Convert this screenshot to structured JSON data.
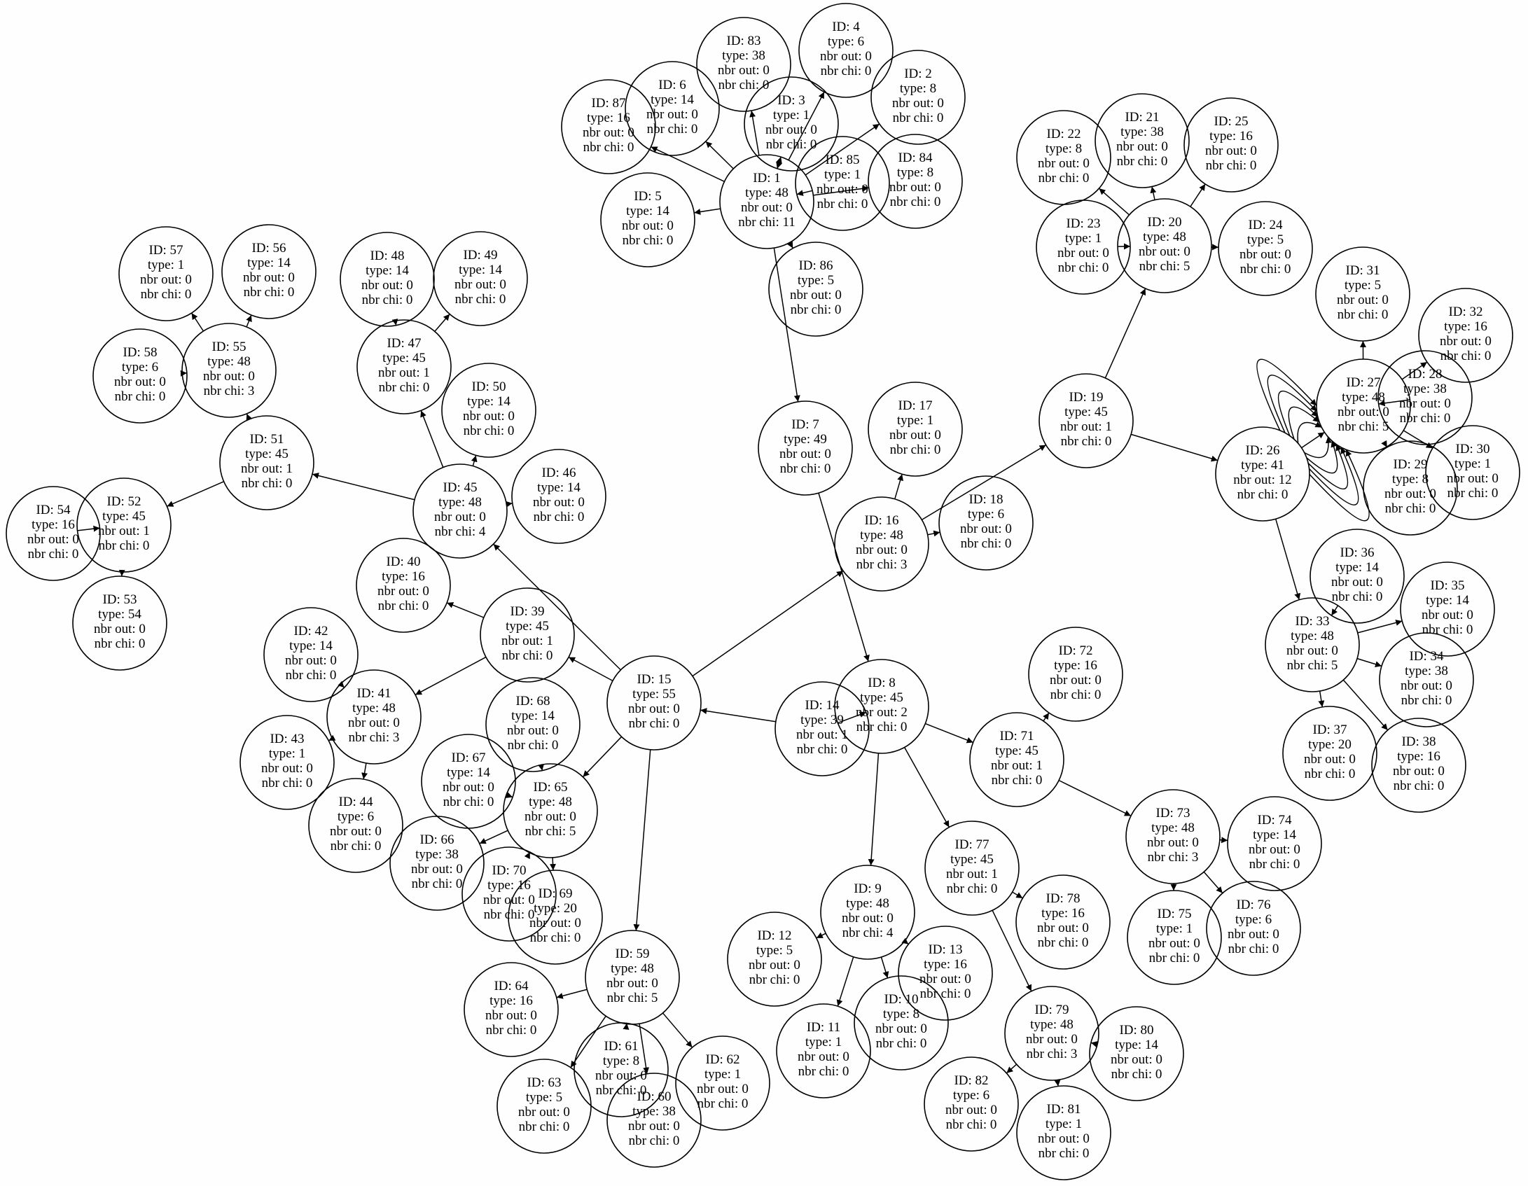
{
  "nodes": [
    {
      "id": 1,
      "type": 48,
      "out": 0,
      "chi": 11
    },
    {
      "id": 2,
      "type": 8,
      "out": 0,
      "chi": 0
    },
    {
      "id": 3,
      "type": 1,
      "out": 0,
      "chi": 0
    },
    {
      "id": 4,
      "type": 6,
      "out": 0,
      "chi": 0
    },
    {
      "id": 5,
      "type": 14,
      "out": 0,
      "chi": 0
    },
    {
      "id": 6,
      "type": 14,
      "out": 0,
      "chi": 0
    },
    {
      "id": 7,
      "type": 49,
      "out": 0,
      "chi": 0
    },
    {
      "id": 8,
      "type": 45,
      "out": 2,
      "chi": 0
    },
    {
      "id": 9,
      "type": 48,
      "out": 0,
      "chi": 4
    },
    {
      "id": 10,
      "type": 8,
      "out": 0,
      "chi": 0
    },
    {
      "id": 11,
      "type": 1,
      "out": 0,
      "chi": 0
    },
    {
      "id": 12,
      "type": 5,
      "out": 0,
      "chi": 0
    },
    {
      "id": 13,
      "type": 16,
      "out": 0,
      "chi": 0
    },
    {
      "id": 14,
      "type": 39,
      "out": 1,
      "chi": 0
    },
    {
      "id": 15,
      "type": 55,
      "out": 0,
      "chi": 0
    },
    {
      "id": 16,
      "type": 48,
      "out": 0,
      "chi": 3
    },
    {
      "id": 17,
      "type": 1,
      "out": 0,
      "chi": 0
    },
    {
      "id": 18,
      "type": 6,
      "out": 0,
      "chi": 0
    },
    {
      "id": 19,
      "type": 45,
      "out": 1,
      "chi": 0
    },
    {
      "id": 20,
      "type": 48,
      "out": 0,
      "chi": 5
    },
    {
      "id": 21,
      "type": 38,
      "out": 0,
      "chi": 0
    },
    {
      "id": 22,
      "type": 8,
      "out": 0,
      "chi": 0
    },
    {
      "id": 23,
      "type": 1,
      "out": 0,
      "chi": 0
    },
    {
      "id": 24,
      "type": 5,
      "out": 0,
      "chi": 0
    },
    {
      "id": 25,
      "type": 16,
      "out": 0,
      "chi": 0
    },
    {
      "id": 26,
      "type": 41,
      "out": 12,
      "chi": 0
    },
    {
      "id": 27,
      "type": 48,
      "out": 0,
      "chi": 5
    },
    {
      "id": 28,
      "type": 38,
      "out": 0,
      "chi": 0
    },
    {
      "id": 29,
      "type": 8,
      "out": 0,
      "chi": 0
    },
    {
      "id": 30,
      "type": 1,
      "out": 0,
      "chi": 0
    },
    {
      "id": 31,
      "type": 5,
      "out": 0,
      "chi": 0
    },
    {
      "id": 32,
      "type": 16,
      "out": 0,
      "chi": 0
    },
    {
      "id": 33,
      "type": 48,
      "out": 0,
      "chi": 5
    },
    {
      "id": 34,
      "type": 38,
      "out": 0,
      "chi": 0
    },
    {
      "id": 35,
      "type": 14,
      "out": 0,
      "chi": 0
    },
    {
      "id": 36,
      "type": 14,
      "out": 0,
      "chi": 0
    },
    {
      "id": 37,
      "type": 20,
      "out": 0,
      "chi": 0
    },
    {
      "id": 38,
      "type": 16,
      "out": 0,
      "chi": 0
    },
    {
      "id": 39,
      "type": 45,
      "out": 1,
      "chi": 0
    },
    {
      "id": 40,
      "type": 16,
      "out": 0,
      "chi": 0
    },
    {
      "id": 41,
      "type": 48,
      "out": 0,
      "chi": 3
    },
    {
      "id": 42,
      "type": 14,
      "out": 0,
      "chi": 0
    },
    {
      "id": 43,
      "type": 1,
      "out": 0,
      "chi": 0
    },
    {
      "id": 44,
      "type": 6,
      "out": 0,
      "chi": 0
    },
    {
      "id": 45,
      "type": 48,
      "out": 0,
      "chi": 4
    },
    {
      "id": 46,
      "type": 14,
      "out": 0,
      "chi": 0
    },
    {
      "id": 47,
      "type": 45,
      "out": 1,
      "chi": 0
    },
    {
      "id": 48,
      "type": 14,
      "out": 0,
      "chi": 0
    },
    {
      "id": 49,
      "type": 14,
      "out": 0,
      "chi": 0
    },
    {
      "id": 50,
      "type": 14,
      "out": 0,
      "chi": 0
    },
    {
      "id": 51,
      "type": 45,
      "out": 1,
      "chi": 0
    },
    {
      "id": 52,
      "type": 45,
      "out": 1,
      "chi": 0
    },
    {
      "id": 53,
      "type": 54,
      "out": 0,
      "chi": 0
    },
    {
      "id": 54,
      "type": 16,
      "out": 0,
      "chi": 0
    },
    {
      "id": 55,
      "type": 48,
      "out": 0,
      "chi": 3
    },
    {
      "id": 56,
      "type": 14,
      "out": 0,
      "chi": 0
    },
    {
      "id": 57,
      "type": 1,
      "out": 0,
      "chi": 0
    },
    {
      "id": 58,
      "type": 6,
      "out": 0,
      "chi": 0
    },
    {
      "id": 59,
      "type": 48,
      "out": 0,
      "chi": 5
    },
    {
      "id": 60,
      "type": 38,
      "out": 0,
      "chi": 0
    },
    {
      "id": 61,
      "type": 8,
      "out": 0,
      "chi": 0
    },
    {
      "id": 62,
      "type": 1,
      "out": 0,
      "chi": 0
    },
    {
      "id": 63,
      "type": 5,
      "out": 0,
      "chi": 0
    },
    {
      "id": 64,
      "type": 16,
      "out": 0,
      "chi": 0
    },
    {
      "id": 65,
      "type": 48,
      "out": 0,
      "chi": 5
    },
    {
      "id": 66,
      "type": 38,
      "out": 0,
      "chi": 0
    },
    {
      "id": 67,
      "type": 14,
      "out": 0,
      "chi": 0
    },
    {
      "id": 68,
      "type": 14,
      "out": 0,
      "chi": 0
    },
    {
      "id": 69,
      "type": 20,
      "out": 0,
      "chi": 0
    },
    {
      "id": 70,
      "type": 16,
      "out": 0,
      "chi": 0
    },
    {
      "id": 71,
      "type": 45,
      "out": 1,
      "chi": 0
    },
    {
      "id": 72,
      "type": 16,
      "out": 0,
      "chi": 0
    },
    {
      "id": 73,
      "type": 48,
      "out": 0,
      "chi": 3
    },
    {
      "id": 74,
      "type": 14,
      "out": 0,
      "chi": 0
    },
    {
      "id": 75,
      "type": 1,
      "out": 0,
      "chi": 0
    },
    {
      "id": 76,
      "type": 6,
      "out": 0,
      "chi": 0
    },
    {
      "id": 77,
      "type": 45,
      "out": 1,
      "chi": 0
    },
    {
      "id": 78,
      "type": 16,
      "out": 0,
      "chi": 0
    },
    {
      "id": 79,
      "type": 48,
      "out": 0,
      "chi": 3
    },
    {
      "id": 80,
      "type": 14,
      "out": 0,
      "chi": 0
    },
    {
      "id": 81,
      "type": 1,
      "out": 0,
      "chi": 0
    },
    {
      "id": 82,
      "type": 6,
      "out": 0,
      "chi": 0
    },
    {
      "id": 83,
      "type": 38,
      "out": 0,
      "chi": 0
    },
    {
      "id": 84,
      "type": 8,
      "out": 0,
      "chi": 0
    },
    {
      "id": 85,
      "type": 1,
      "out": 0,
      "chi": 0
    },
    {
      "id": 86,
      "type": 5,
      "out": 0,
      "chi": 0
    },
    {
      "id": 87,
      "type": 16,
      "out": 0,
      "chi": 0
    }
  ],
  "edges": [
    [
      1,
      87
    ],
    [
      1,
      6
    ],
    [
      1,
      83
    ],
    [
      1,
      3
    ],
    [
      1,
      4
    ],
    [
      1,
      2
    ],
    [
      1,
      85
    ],
    [
      1,
      84
    ],
    [
      1,
      5
    ],
    [
      1,
      86
    ],
    [
      1,
      7
    ],
    [
      3,
      1
    ],
    [
      7,
      8
    ],
    [
      8,
      14
    ],
    [
      8,
      9
    ],
    [
      8,
      77
    ],
    [
      8,
      71
    ],
    [
      14,
      15
    ],
    [
      15,
      39
    ],
    [
      15,
      45
    ],
    [
      15,
      16
    ],
    [
      15,
      65
    ],
    [
      15,
      59
    ],
    [
      16,
      17
    ],
    [
      16,
      18
    ],
    [
      16,
      19
    ],
    [
      19,
      20
    ],
    [
      19,
      26
    ],
    [
      20,
      22
    ],
    [
      20,
      21
    ],
    [
      20,
      25
    ],
    [
      20,
      23
    ],
    [
      20,
      24
    ],
    [
      26,
      27
    ],
    [
      26,
      27
    ],
    [
      26,
      27
    ],
    [
      26,
      27
    ],
    [
      26,
      27
    ],
    [
      26,
      27
    ],
    [
      26,
      27
    ],
    [
      26,
      27
    ],
    [
      26,
      27
    ],
    [
      26,
      27
    ],
    [
      26,
      27
    ],
    [
      26,
      33
    ],
    [
      27,
      31
    ],
    [
      27,
      32
    ],
    [
      27,
      28
    ],
    [
      27,
      30
    ],
    [
      27,
      29
    ],
    [
      33,
      36
    ],
    [
      33,
      35
    ],
    [
      33,
      34
    ],
    [
      33,
      37
    ],
    [
      33,
      38
    ],
    [
      39,
      40
    ],
    [
      39,
      41
    ],
    [
      41,
      42
    ],
    [
      41,
      43
    ],
    [
      41,
      44
    ],
    [
      45,
      47
    ],
    [
      45,
      50
    ],
    [
      45,
      46
    ],
    [
      45,
      51
    ],
    [
      47,
      48
    ],
    [
      47,
      49
    ],
    [
      51,
      55
    ],
    [
      51,
      52
    ],
    [
      52,
      54
    ],
    [
      52,
      53
    ],
    [
      55,
      57
    ],
    [
      55,
      56
    ],
    [
      55,
      58
    ],
    [
      59,
      64
    ],
    [
      59,
      63
    ],
    [
      59,
      61
    ],
    [
      59,
      60
    ],
    [
      59,
      62
    ],
    [
      65,
      68
    ],
    [
      65,
      67
    ],
    [
      65,
      66
    ],
    [
      65,
      70
    ],
    [
      65,
      69
    ],
    [
      71,
      72
    ],
    [
      71,
      73
    ],
    [
      73,
      74
    ],
    [
      73,
      75
    ],
    [
      73,
      76
    ],
    [
      77,
      78
    ],
    [
      77,
      79
    ],
    [
      79,
      80
    ],
    [
      79,
      81
    ],
    [
      79,
      82
    ],
    [
      9,
      12
    ],
    [
      9,
      13
    ],
    [
      9,
      11
    ],
    [
      9,
      10
    ]
  ]
}
